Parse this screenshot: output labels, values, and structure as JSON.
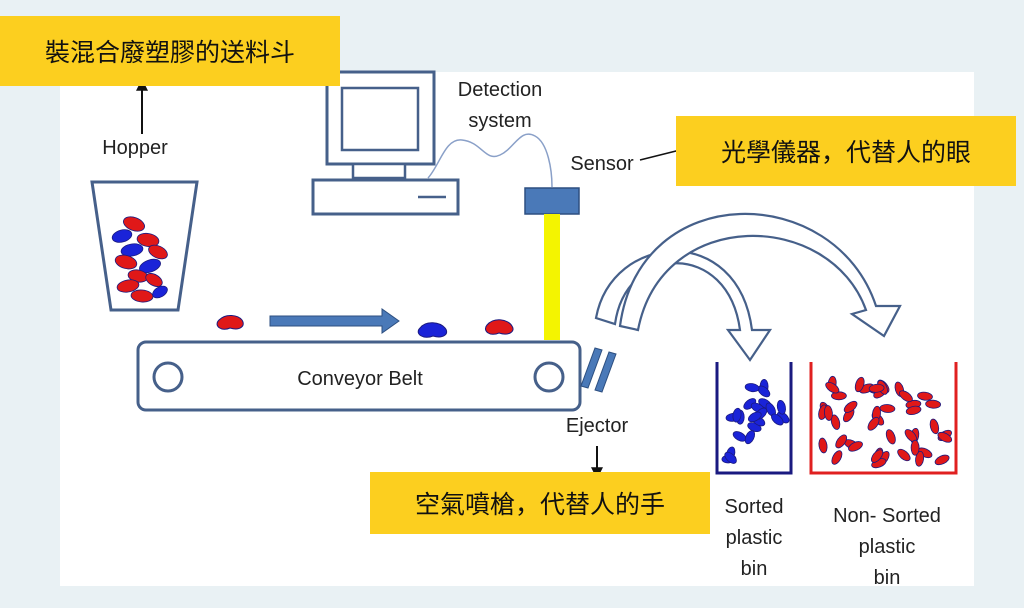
{
  "callouts": {
    "hopper": "裝混合廢塑膠的送料斗",
    "sensor": "光學儀器，代替人的眼",
    "ejector": "空氣噴槍，代替人的手"
  },
  "labels": {
    "hopper": "Hopper",
    "detection_line1": "Detection",
    "detection_line2": "system",
    "sensor": "Sensor",
    "conveyor": "Conveyor Belt",
    "ejector": "Ejector",
    "sorted_line1": "Sorted",
    "sorted_line2": "plastic",
    "sorted_line3": "bin",
    "nonsorted_line1": "Non- Sorted",
    "nonsorted_line2": "plastic",
    "nonsorted_line3": "bin"
  },
  "colors": {
    "page_bg": "#e9f1f4",
    "panel_bg": "#ffffff",
    "callout_bg": "#fccf1f",
    "outline": "#46608a",
    "sensor_fill": "#4a79b8",
    "beam": "#f4f400",
    "red_pellet": "#e01818",
    "blue_pellet": "#1a23d8",
    "sorted_bin_edge": "#1a1a80",
    "nonsorted_bin_edge": "#e02020"
  }
}
